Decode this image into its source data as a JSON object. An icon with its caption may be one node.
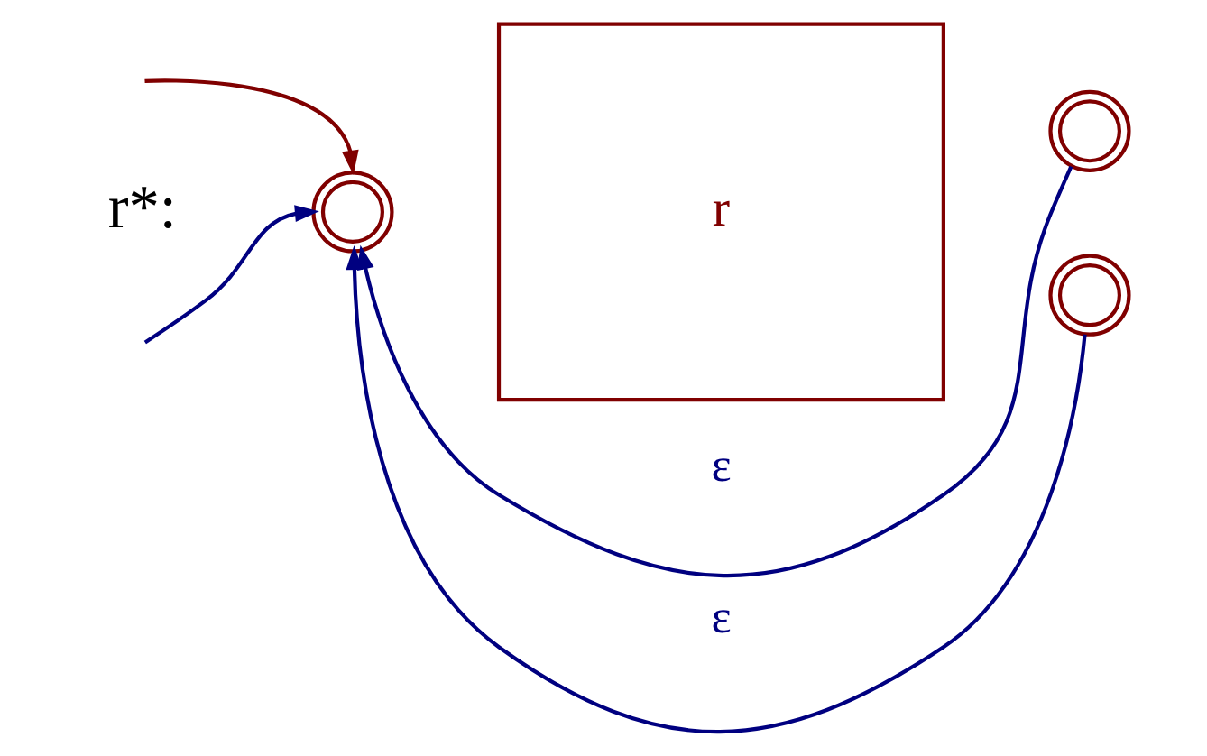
{
  "diagram": {
    "nodes": [
      {
        "text": [
          "r"
        ]
      },
      {
        "text": [],
        "shape": "circle"
      },
      {
        "text": [],
        "shape": "circle"
      },
      {
        "text": [],
        "shape": "circle"
      }
    ],
    "edges": [
      {
        "from": null,
        "to": 1,
        "arrow": "to",
        "color": "#800000"
      },
      {
        "from": null,
        "to": 1,
        "arrow": "to"
      },
      {
        "from": 2,
        "to": 1,
        "arrow": "to",
        "label": "ε"
      },
      {
        "from": 3,
        "to": 1,
        "arrow": "to",
        "label": "ε"
      }
    ],
    "labels": [
      "r*:"
    ]
  }
}
